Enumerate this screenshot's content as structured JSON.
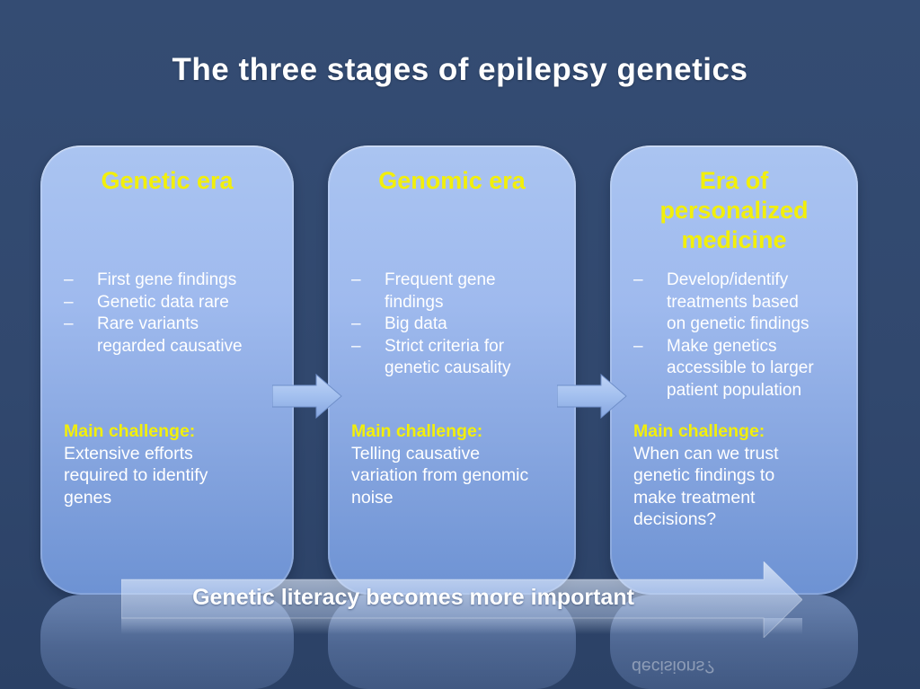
{
  "slide": {
    "title": "The three stages of epilepsy genetics",
    "bullet_marker": "–",
    "stages": [
      {
        "title_lines": [
          "Genetic era"
        ],
        "bullets": [
          {
            "lines": [
              "First gene findings"
            ]
          },
          {
            "lines": [
              "Genetic data rare"
            ]
          },
          {
            "lines": [
              "Rare variants",
              "regarded causative"
            ]
          }
        ],
        "challenge_label": "Main challenge:",
        "challenge_lines": [
          "Extensive efforts",
          "required to identify",
          "genes"
        ]
      },
      {
        "title_lines": [
          "Genomic era"
        ],
        "bullets": [
          {
            "lines": [
              "Frequent gene",
              "findings"
            ]
          },
          {
            "lines": [
              "Big data"
            ]
          },
          {
            "lines": [
              "Strict criteria for",
              "genetic causality"
            ]
          }
        ],
        "challenge_label": "Main challenge:",
        "challenge_lines": [
          "Telling causative",
          "variation from genomic",
          "noise"
        ]
      },
      {
        "title_lines": [
          "Era of",
          "personalized",
          "medicine"
        ],
        "bullets": [
          {
            "lines": [
              "Develop/identify",
              "treatments based",
              "on genetic findings"
            ]
          },
          {
            "lines": [
              "Make genetics",
              "accessible to larger",
              "patient population"
            ]
          }
        ],
        "challenge_label": "Main challenge:",
        "challenge_lines": [
          "When can we trust",
          "genetic findings to",
          "make treatment",
          "decisions?"
        ]
      }
    ],
    "banner": {
      "label": "Genetic literacy becomes more important"
    },
    "reflection": {
      "mirrored_text": "decisions?"
    }
  },
  "colors": {
    "background": "#31486e",
    "card_gradient_top": "#aac4f1",
    "card_gradient_bottom": "#6d92d3",
    "heading_yellow": "#f2ef0b",
    "body_text": "#ffffff",
    "arrow_fill": "#aec7f2"
  }
}
